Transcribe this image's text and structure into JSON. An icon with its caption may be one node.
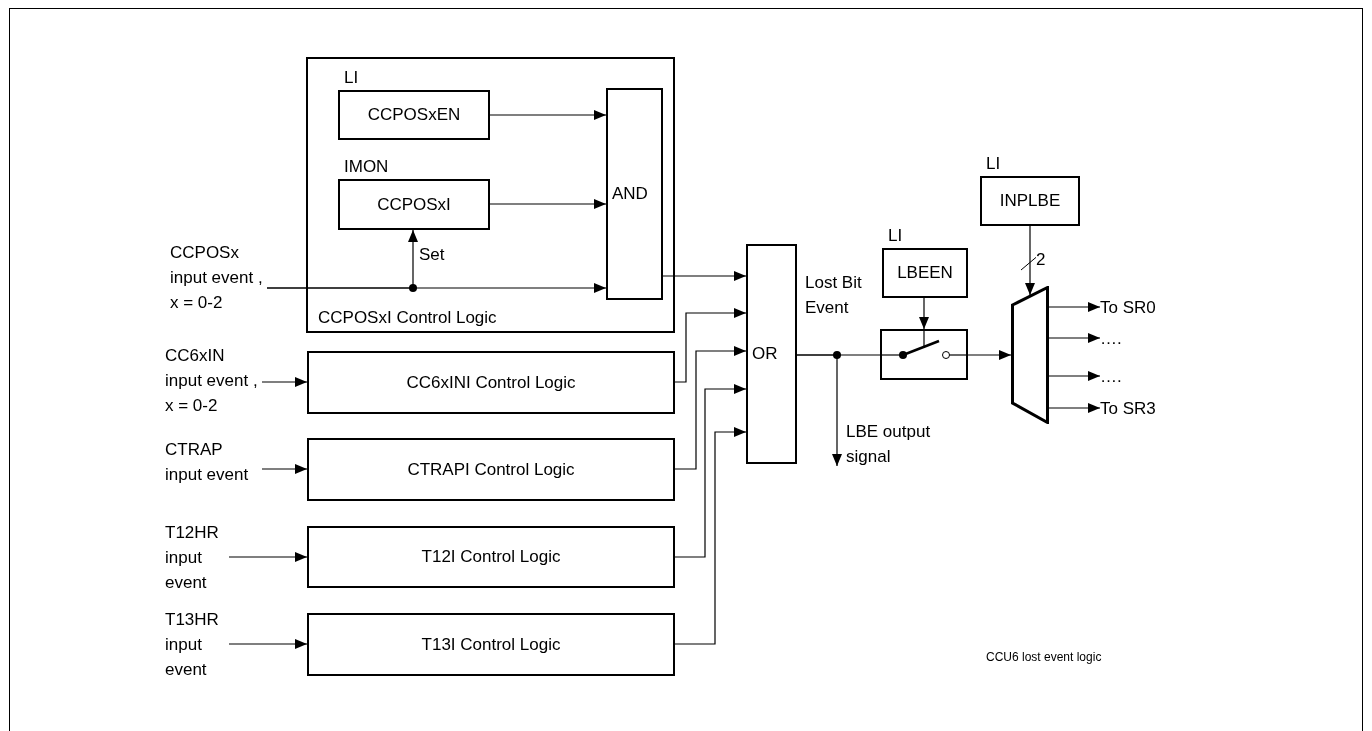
{
  "diagram": {
    "nodes": [
      {
        "text": [
          "CCPOSxI Control Logic"
        ]
      },
      {
        "text": [
          "LI",
          "CCPOSxEN"
        ],
        "in": 0
      },
      {
        "text": [
          "IMON",
          "CCPOSxI"
        ],
        "in": 0
      },
      {
        "text": [
          "AND"
        ],
        "in": 0
      },
      {
        "text": [
          "CCPOSx input event , x = 0-2"
        ]
      },
      {
        "text": [
          "CC6xIN input event , x = 0-2"
        ]
      },
      {
        "text": [
          "CC6xINI Control Logic"
        ]
      },
      {
        "text": [
          "CTRAP input event"
        ]
      },
      {
        "text": [
          "CTRAPI Control Logic"
        ]
      },
      {
        "text": [
          "T12HR input event"
        ]
      },
      {
        "text": [
          "T12I Control Logic"
        ]
      },
      {
        "text": [
          "T13HR input event"
        ]
      },
      {
        "text": [
          "T13I Control Logic"
        ]
      },
      {
        "text": [
          "OR"
        ]
      },
      {
        "text": [
          "LI",
          "LBEEN"
        ]
      },
      {
        "text": [],
        "shape": "box"
      },
      {
        "text": [
          "LI",
          "INPLBE"
        ]
      },
      {
        "text": [],
        "shape": "trapezoid"
      },
      {
        "text": [
          "To SR0"
        ]
      },
      {
        "text": [
          "…."
        ]
      },
      {
        "text": [
          "…."
        ]
      },
      {
        "text": [
          "To SR3"
        ]
      }
    ],
    "edges": [
      {
        "from": 1,
        "to": 3,
        "arrow": "to"
      },
      {
        "from": 2,
        "to": 3,
        "arrow": "to"
      },
      {
        "from": 4,
        "to": 2,
        "arrow": "to",
        "label": "Set"
      },
      {
        "from": 4,
        "to": 3,
        "arrow": "to"
      },
      {
        "from": 3,
        "to": 13,
        "arrow": "to"
      },
      {
        "from": 5,
        "to": 6,
        "arrow": "to"
      },
      {
        "from": 6,
        "to": 13,
        "arrow": "to"
      },
      {
        "from": 7,
        "to": 8,
        "arrow": "to"
      },
      {
        "from": 8,
        "to": 13,
        "arrow": "to"
      },
      {
        "from": 9,
        "to": 10,
        "arrow": "to"
      },
      {
        "from": 10,
        "to": 13,
        "arrow": "to"
      },
      {
        "from": 11,
        "to": 12,
        "arrow": "to"
      },
      {
        "from": 12,
        "to": 13,
        "arrow": "to"
      },
      {
        "from": 13,
        "to": 15,
        "arrow": "none",
        "label": "Lost Bit Event"
      },
      {
        "from": 13,
        "to": null,
        "arrow": "to",
        "label": "LBE output signal"
      },
      {
        "from": 14,
        "to": 15,
        "arrow": "to"
      },
      {
        "from": 15,
        "to": 17,
        "arrow": "to"
      },
      {
        "from": 16,
        "to": 17,
        "arrow": "to",
        "label": "2"
      },
      {
        "from": 17,
        "to": 18,
        "arrow": "to"
      },
      {
        "from": 17,
        "to": 19,
        "arrow": "to"
      },
      {
        "from": 17,
        "to": 20,
        "arrow": "to"
      },
      {
        "from": 17,
        "to": 21,
        "arrow": "to"
      }
    ],
    "labels": [
      "CCU6 lost event logic"
    ]
  }
}
